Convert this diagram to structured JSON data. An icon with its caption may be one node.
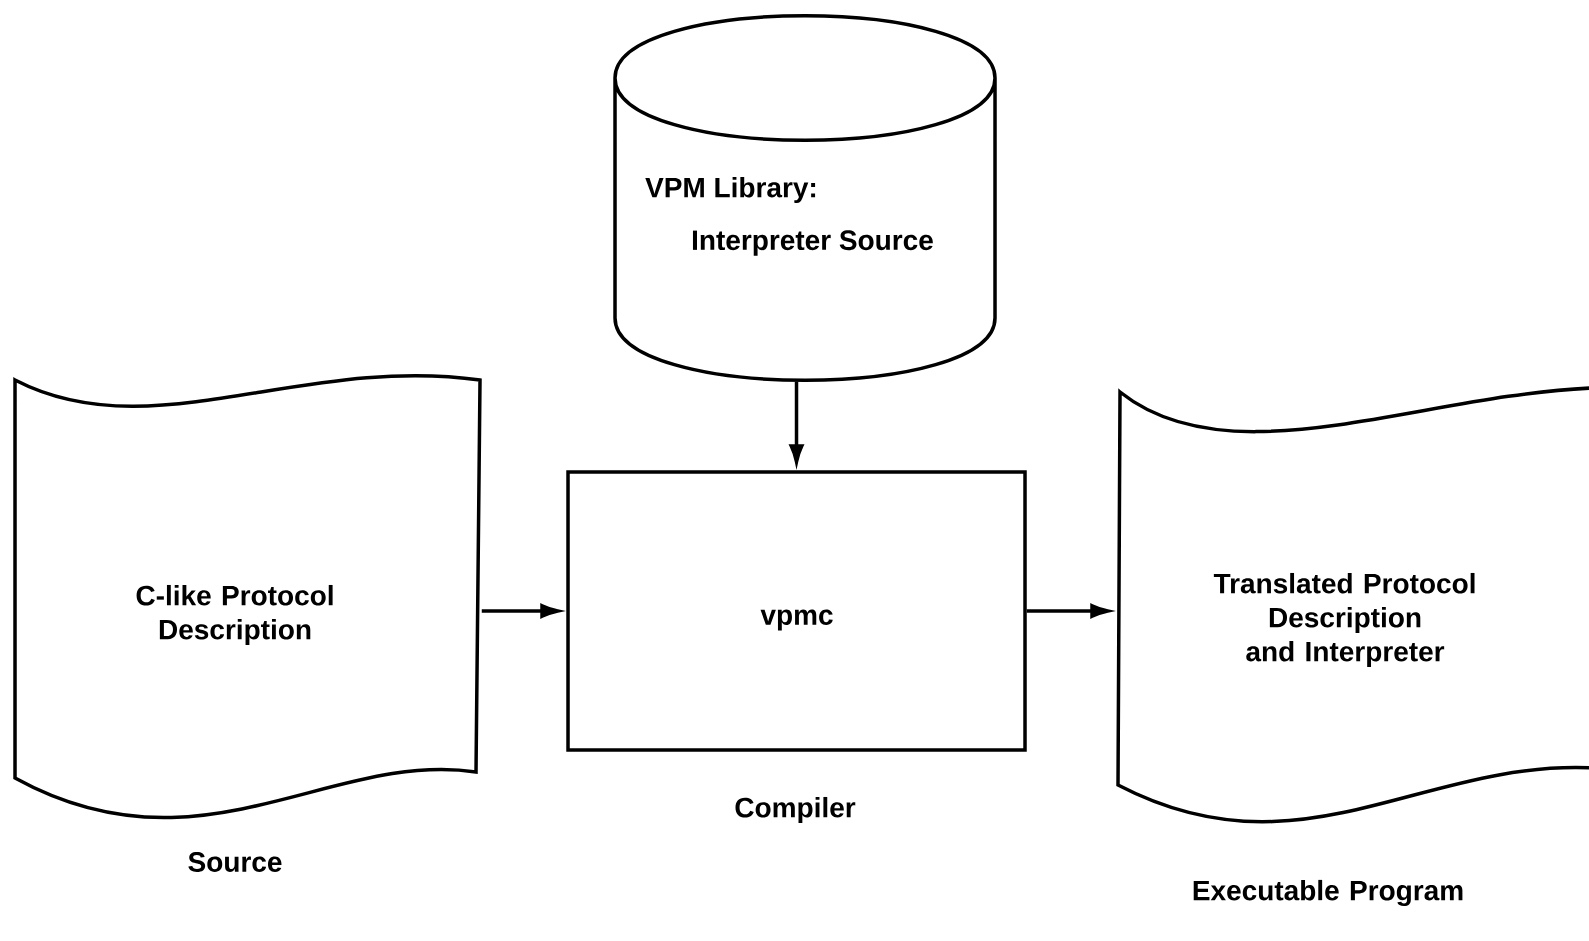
{
  "diagram": {
    "nodes": [
      {
        "text": [
          "VPM Library:",
          "Interpreter Source"
        ]
      },
      {
        "text": [
          "C-like Protocol Description"
        ],
        "beside": [
          "Source"
        ]
      },
      {
        "text": [
          "vpmc"
        ],
        "beside": [
          "Compiler"
        ]
      },
      {
        "text": [
          "Translated Protocol Description and Interpreter"
        ],
        "beside": [
          "Executable Program"
        ]
      }
    ],
    "edges": [
      {
        "from": 0,
        "to": 2,
        "arrow": "to"
      },
      {
        "from": 1,
        "to": 2,
        "arrow": "to"
      },
      {
        "from": 2,
        "to": 3,
        "arrow": "to"
      }
    ]
  }
}
